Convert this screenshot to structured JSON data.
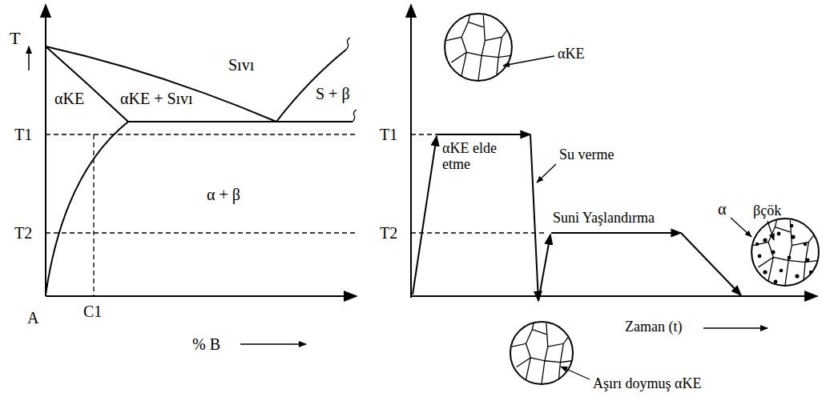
{
  "diagram": {
    "labels": [
      "T",
      "Sıvı",
      "αKE",
      "αKE + Sıvı",
      "S + β",
      "T1",
      "α + β",
      "T2",
      "A",
      "C1",
      "% B",
      "T1",
      "αKE elde etme",
      "Su verme",
      "Suni Yaşlandırma",
      "αKE",
      "T2",
      "α",
      "βçök",
      "Zaman (t)",
      "Aşırı doymuş αKE"
    ]
  }
}
